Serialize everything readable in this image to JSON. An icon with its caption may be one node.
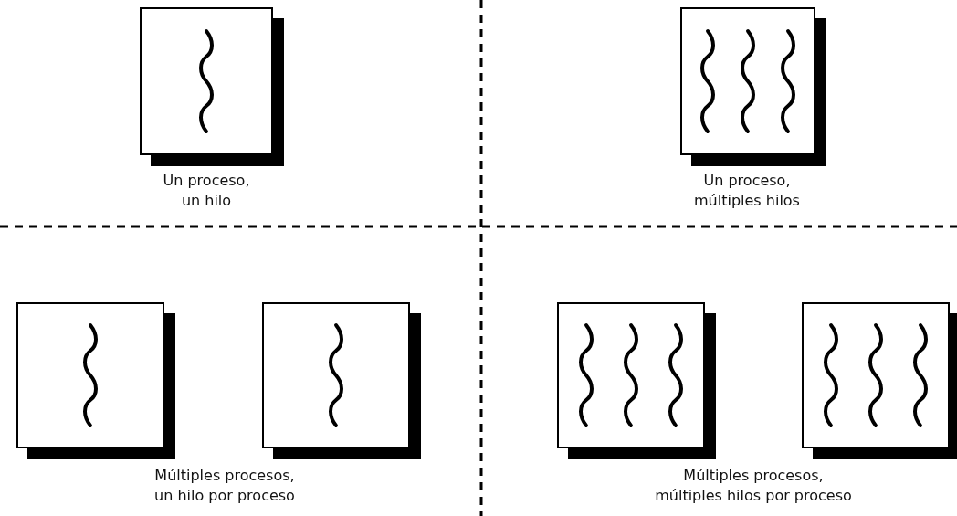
{
  "diagram": {
    "nodes": [
      {
        "text": [],
        "shape": "box"
      },
      {
        "text": [],
        "shape": "box"
      },
      {
        "text": [],
        "shape": "box"
      },
      {
        "text": [],
        "shape": "box"
      },
      {
        "text": [],
        "shape": "box"
      },
      {
        "text": [],
        "shape": "box"
      }
    ],
    "labels": [
      "Un proceso, un hilo",
      "Un proceso, múltiples hilos",
      "Múltiples procesos, un hilo por proceso",
      "Múltiples procesos, múltiples hilos por proceso"
    ]
  }
}
